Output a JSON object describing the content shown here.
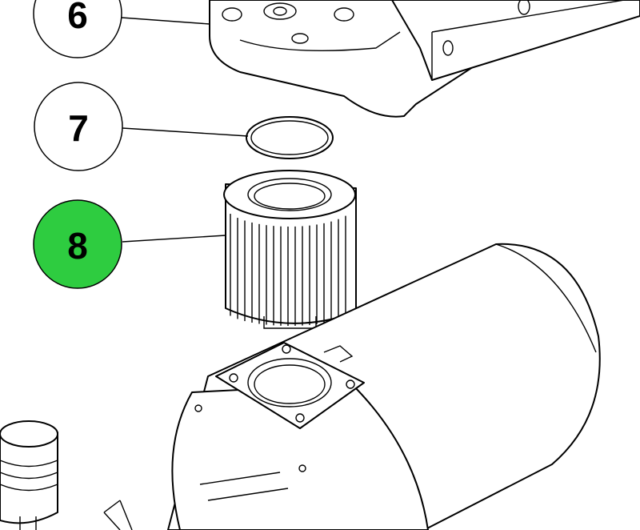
{
  "diagram": {
    "callouts": [
      {
        "label": "6",
        "highlighted": false
      },
      {
        "label": "7",
        "highlighted": false
      },
      {
        "label": "8",
        "highlighted": true
      }
    ],
    "colors": {
      "highlight": "#2ecc40",
      "normal": "#ffffff",
      "stroke": "#000000"
    }
  }
}
